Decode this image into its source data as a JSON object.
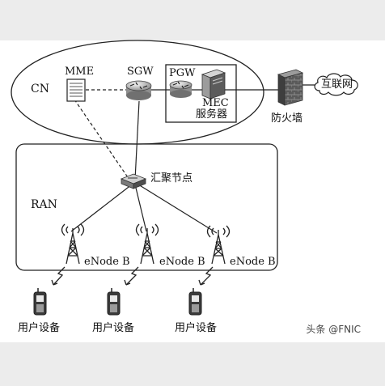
{
  "labels": {
    "cn": "CN",
    "mme": "MME",
    "sgw": "SGW",
    "pgw": "PGW",
    "mec_line1": "MEC",
    "mec_line2": "服务器",
    "firewall": "防火墙",
    "internet": "互联网",
    "aggregation": "汇聚节点",
    "ran": "RAN",
    "enodeb_1": "eNode B",
    "enodeb_2": "eNode B",
    "enodeb_3": "eNode B",
    "ue_1": "用户设备",
    "ue_2": "用户设备",
    "ue_3": "用户设备"
  },
  "watermark": "头条 @FNIC"
}
